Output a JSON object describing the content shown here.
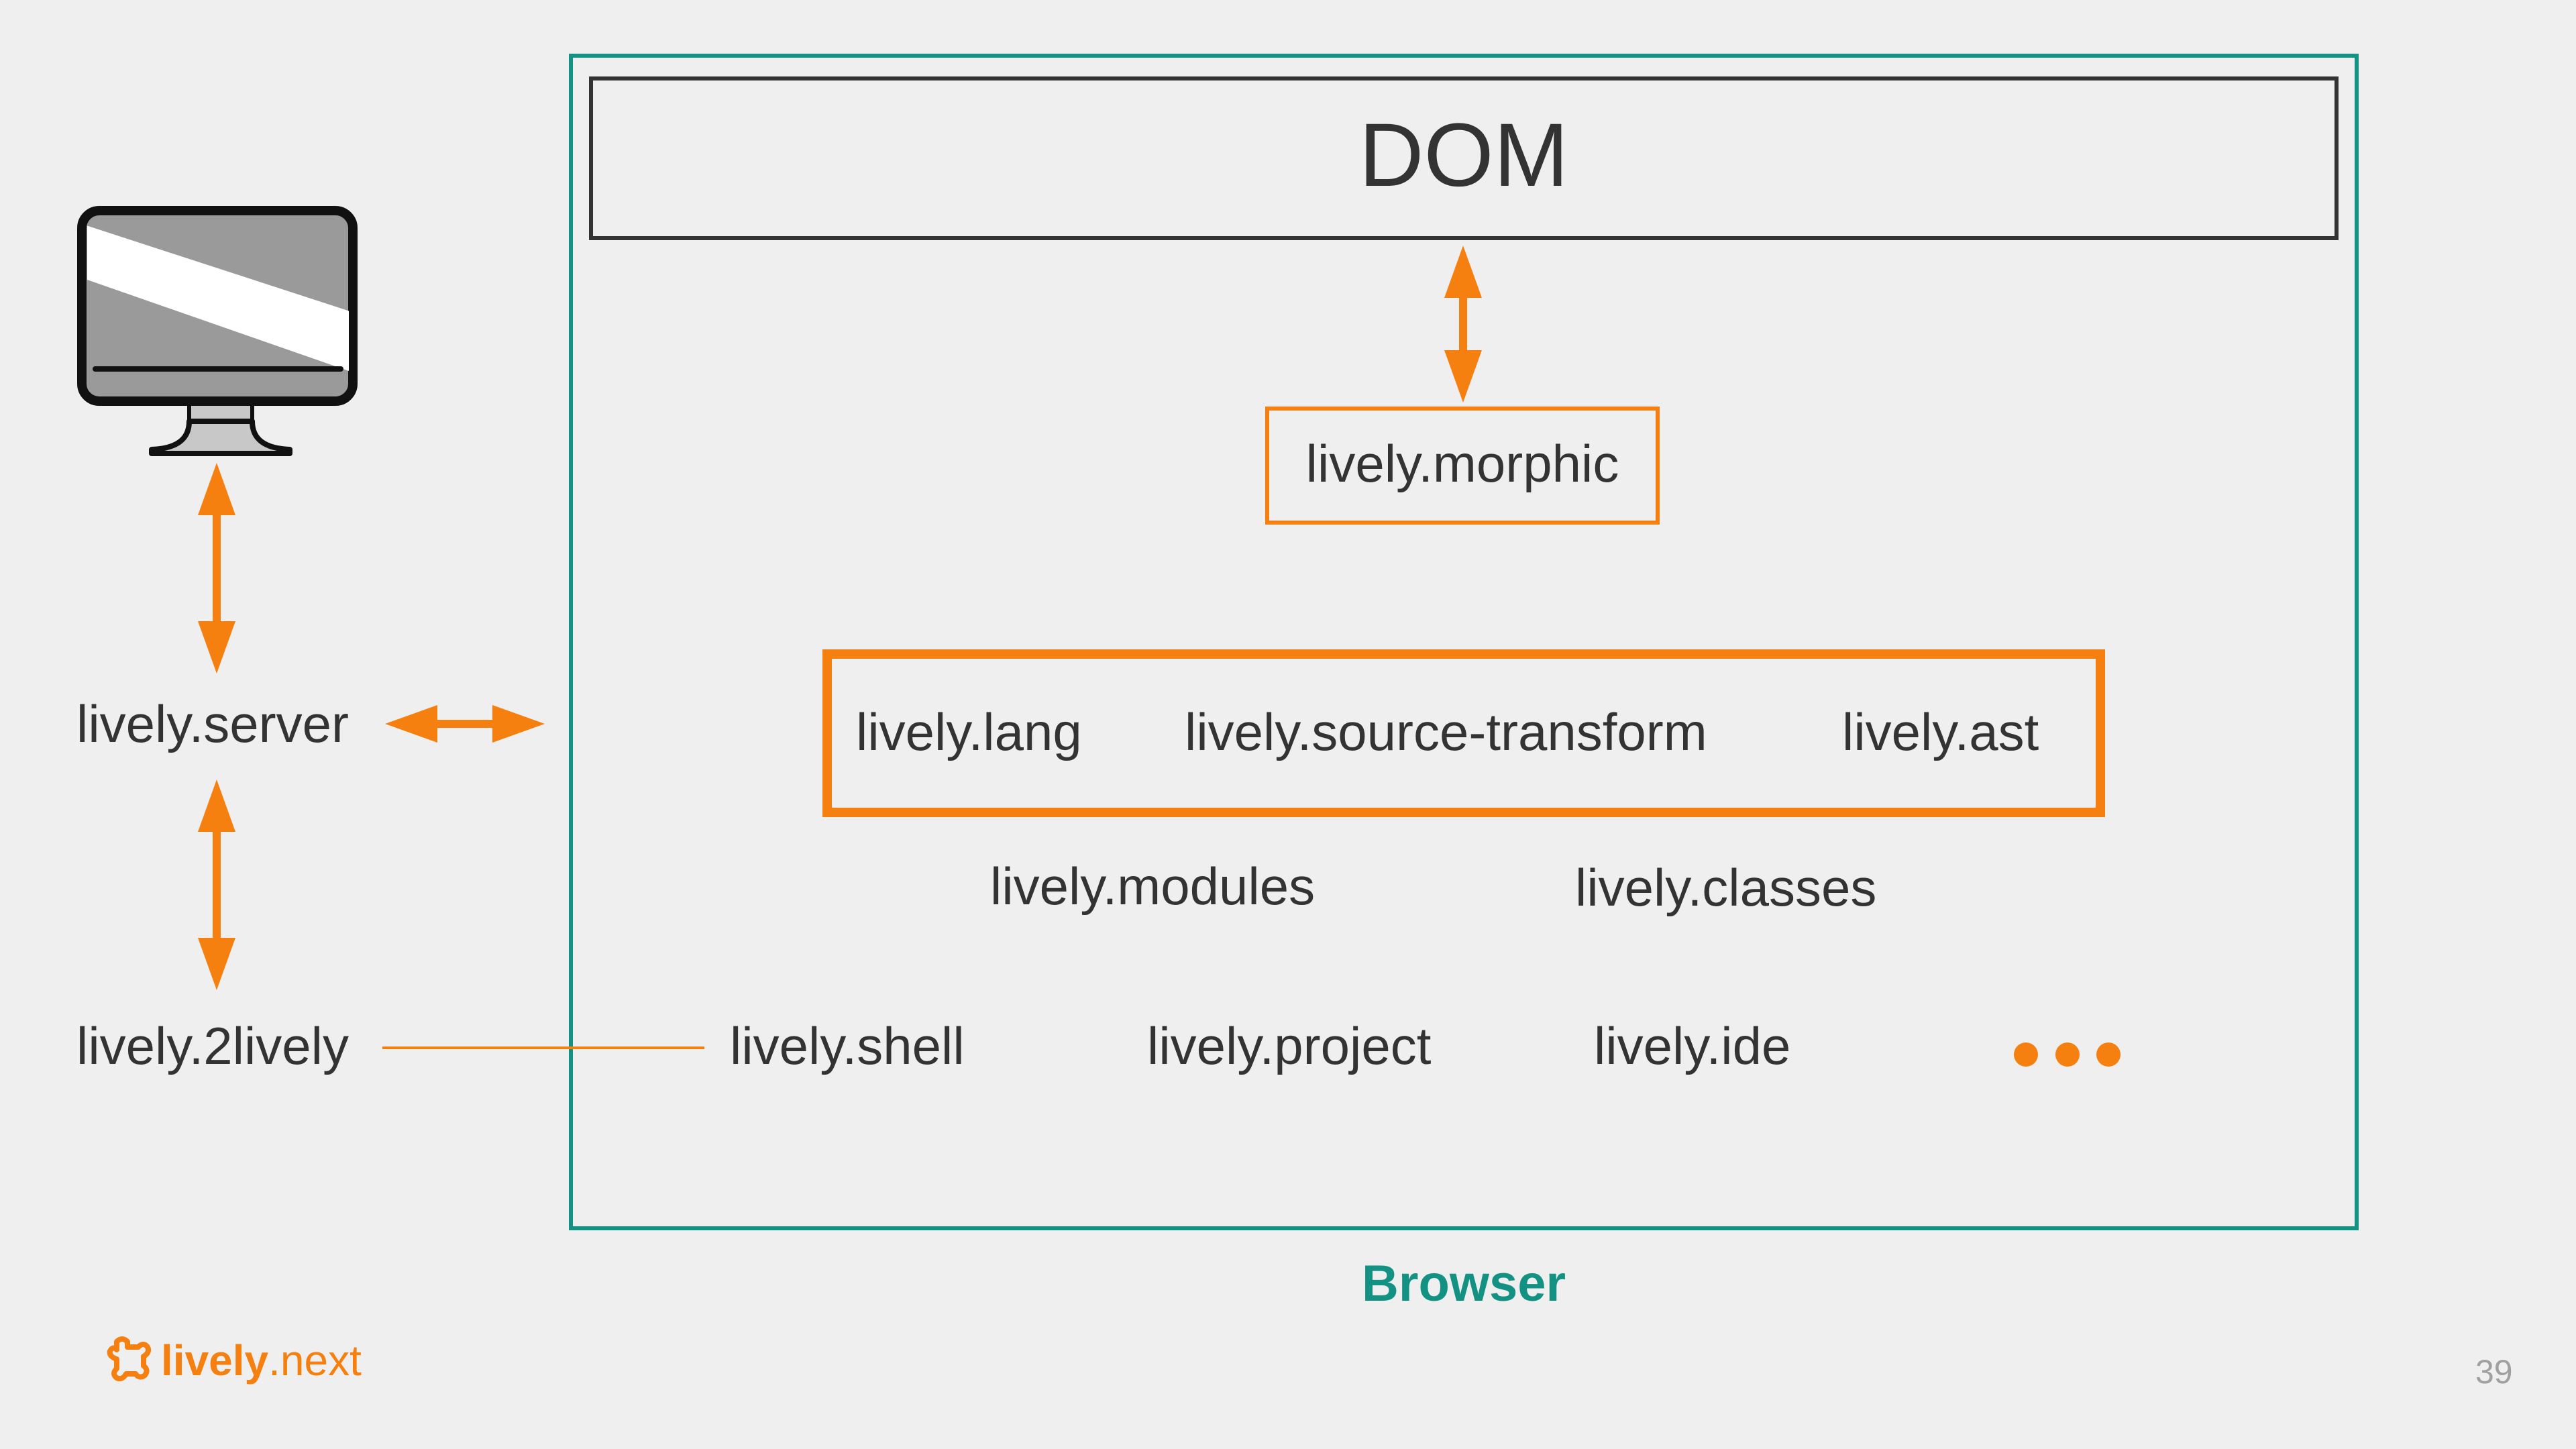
{
  "colors": {
    "background": "#efefef",
    "browser_border": "#139284",
    "accent_orange": "#f5800f",
    "text_dark": "#333333",
    "page_number": "#a0a0a0"
  },
  "diagram": {
    "dom_label": "DOM",
    "morphic_label": "lively.morphic",
    "core_modules": [
      "lively.lang",
      "lively.source-transform",
      "lively.ast"
    ],
    "mid_modules": [
      "lively.modules",
      "lively.classes"
    ],
    "tools": [
      "lively.shell",
      "lively.project",
      "lively.ide"
    ],
    "browser_label": "Browser",
    "server_label": "lively.server",
    "twolively_label": "lively.2lively",
    "monitor_icon": "monitor-icon",
    "ellipsis_icon": "ellipsis-icon"
  },
  "footer": {
    "logo_icon": "puzzle-icon",
    "logo_word_bold": "lively",
    "logo_word_light": ".next",
    "page_number": "39"
  }
}
